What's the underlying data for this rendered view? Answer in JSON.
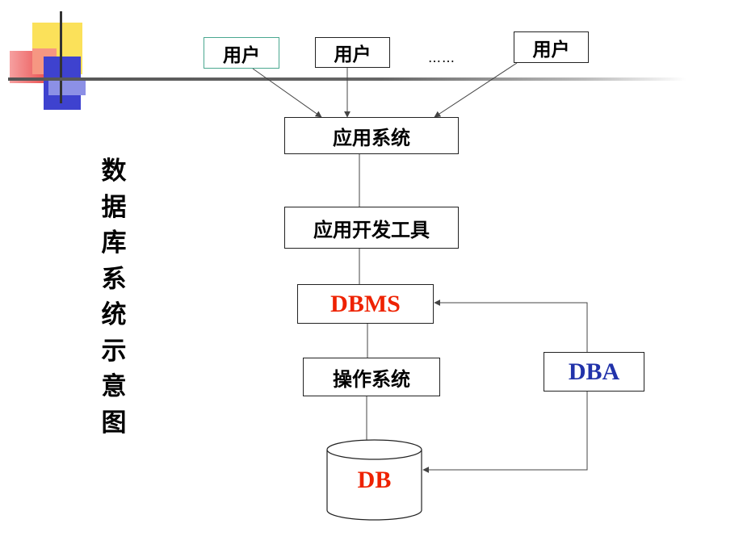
{
  "title_chars": [
    "数",
    "据",
    "库",
    "系",
    "统",
    "示",
    "意",
    "图"
  ],
  "users": [
    "用户",
    "用户",
    "用户"
  ],
  "ellipsis": "……",
  "app_system": "应用系统",
  "dev_tools": "应用开发工具",
  "dbms": "DBMS",
  "os": "操作系统",
  "dba": "DBA",
  "db": "DB",
  "colors": {
    "dbms": "#ee2200",
    "dba": "#2233aa",
    "db": "#ee2200",
    "user1_border": "#4aa890"
  }
}
